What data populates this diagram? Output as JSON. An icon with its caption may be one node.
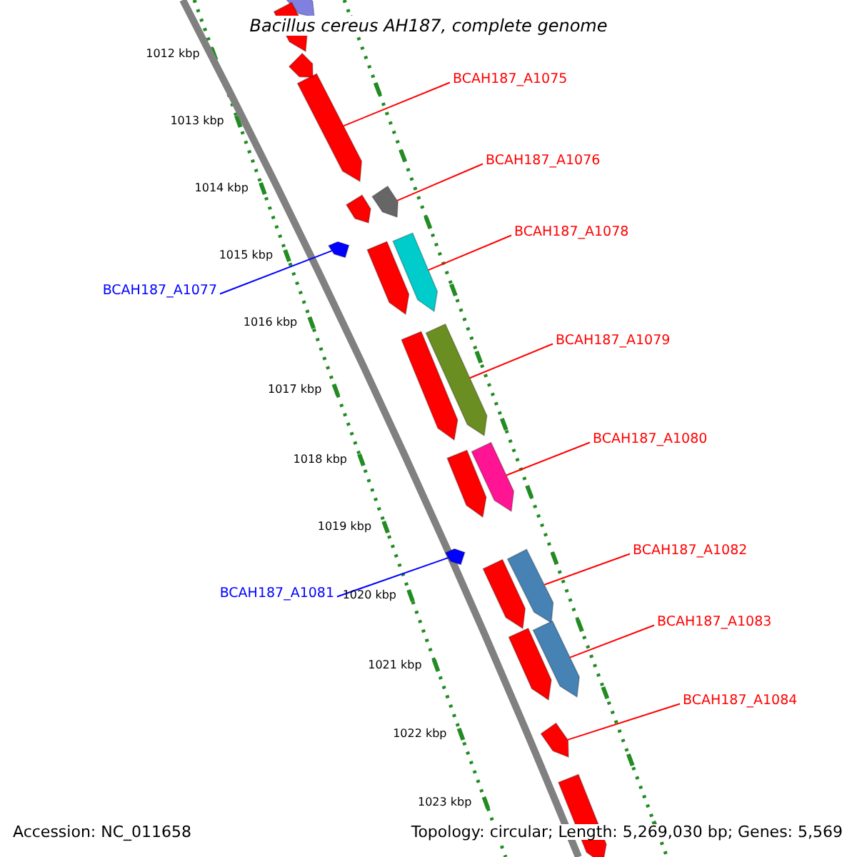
{
  "diagram": {
    "title": "Bacillus cereus AH187, complete genome",
    "nodes": [
      {
        "text": [
          "BCAH187_A1075"
        ]
      },
      {
        "text": [],
        "shape": "bar"
      },
      {
        "text": [
          "BCAH187_A1076"
        ]
      },
      {
        "text": [],
        "shape": "bar"
      },
      {
        "text": [
          "BCAH187_A1078"
        ]
      },
      {
        "text": [],
        "shape": "bar"
      },
      {
        "text": [
          "BCAH187_A1077"
        ]
      },
      {
        "text": [],
        "shape": "bar"
      },
      {
        "text": [
          "BCAH187_A1079"
        ]
      },
      {
        "text": [],
        "shape": "bar"
      },
      {
        "text": [
          "BCAH187_A1080"
        ]
      },
      {
        "text": [],
        "shape": "bar"
      },
      {
        "text": [
          "BCAH187_A1082"
        ]
      },
      {
        "text": [],
        "shape": "bar"
      },
      {
        "text": [
          "BCAH187_A1081"
        ]
      },
      {
        "text": [],
        "shape": "bar"
      },
      {
        "text": [
          "BCAH187_A1083"
        ]
      },
      {
        "text": [],
        "shape": "bar"
      },
      {
        "text": [
          "BCAH187_A1084"
        ]
      },
      {
        "text": [],
        "shape": "bar"
      },
      {
        "text": [],
        "shape": "bar"
      },
      {
        "text": [],
        "shape": "bar"
      },
      {
        "text": [],
        "shape": "bar"
      },
      {
        "text": [],
        "shape": "bar"
      },
      {
        "text": [],
        "shape": "bar"
      },
      {
        "text": [],
        "shape": "bar"
      },
      {
        "text": [],
        "shape": "bar"
      },
      {
        "text": [],
        "shape": "bar"
      },
      {
        "text": [],
        "shape": "bar"
      },
      {
        "text": [],
        "shape": "bar"
      }
    ],
    "edges": [
      {
        "from": 0,
        "to": 1,
        "arrow": "none"
      },
      {
        "from": 2,
        "to": 3,
        "arrow": "none"
      },
      {
        "from": 4,
        "to": 5,
        "arrow": "none"
      },
      {
        "from": 6,
        "to": 7,
        "arrow": "none",
        "color": "#0000ff"
      },
      {
        "from": 8,
        "to": 9,
        "arrow": "none"
      },
      {
        "from": 10,
        "to": 11,
        "arrow": "none"
      },
      {
        "from": 12,
        "to": 13,
        "arrow": "none"
      },
      {
        "from": 14,
        "to": 15,
        "arrow": "none",
        "color": "#0000ff"
      },
      {
        "from": 16,
        "to": 17,
        "arrow": "none"
      },
      {
        "from": 18,
        "to": 19,
        "arrow": "none"
      }
    ],
    "labels": [
      "1012 kbp",
      "1013 kbp",
      "1014 kbp",
      "1015 kbp",
      "1016 kbp",
      "1017 kbp",
      "1018 kbp",
      "1019 kbp",
      "1020 kbp",
      "1021 kbp",
      "1022 kbp",
      "1023 kbp",
      "Accession: NC_011658",
      "Topology: circular; Length: 5,269,030 bp; Genes: 5,569"
    ]
  }
}
